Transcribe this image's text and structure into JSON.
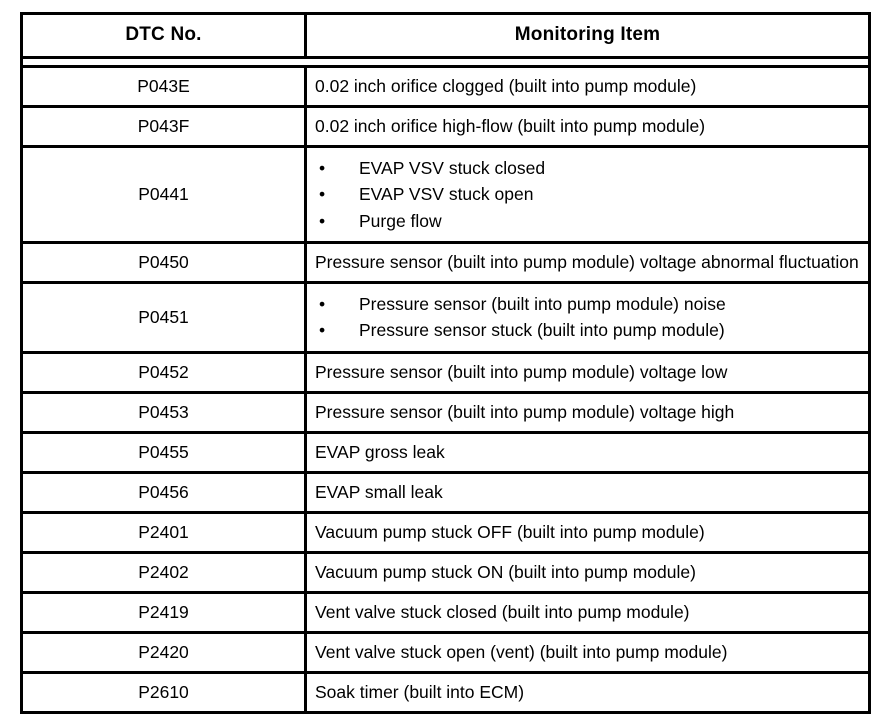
{
  "table": {
    "columns": [
      {
        "key": "dtc_no",
        "label": "DTC No."
      },
      {
        "key": "monitoring_item",
        "label": "Monitoring Item"
      }
    ],
    "bullet_glyph": "•",
    "rows": [
      {
        "dtc_no": "P043E",
        "type": "text",
        "monitoring_item": "0.02 inch orifice clogged (built into pump module)"
      },
      {
        "dtc_no": "P043F",
        "type": "text",
        "monitoring_item": "0.02 inch orifice high-flow (built into pump module)"
      },
      {
        "dtc_no": "P0441",
        "type": "bullets",
        "bullets": [
          "EVAP VSV stuck closed",
          "EVAP VSV stuck open",
          "Purge flow"
        ]
      },
      {
        "dtc_no": "P0450",
        "type": "text",
        "monitoring_item": "Pressure sensor (built into pump module) voltage abnormal fluctuation"
      },
      {
        "dtc_no": "P0451",
        "type": "bullets",
        "bullets": [
          "Pressure sensor (built into pump module) noise",
          "Pressure sensor stuck (built into pump module)"
        ]
      },
      {
        "dtc_no": "P0452",
        "type": "text",
        "monitoring_item": "Pressure sensor (built into pump module) voltage low"
      },
      {
        "dtc_no": "P0453",
        "type": "text",
        "monitoring_item": "Pressure sensor (built into pump module) voltage high"
      },
      {
        "dtc_no": "P0455",
        "type": "text",
        "monitoring_item": "EVAP gross leak"
      },
      {
        "dtc_no": "P0456",
        "type": "text",
        "monitoring_item": "EVAP small leak"
      },
      {
        "dtc_no": "P2401",
        "type": "text",
        "monitoring_item": "Vacuum pump stuck OFF (built into pump module)"
      },
      {
        "dtc_no": "P2402",
        "type": "text",
        "monitoring_item": "Vacuum pump stuck ON (built into pump module)"
      },
      {
        "dtc_no": "P2419",
        "type": "text",
        "monitoring_item": "Vent valve stuck closed (built into pump module)"
      },
      {
        "dtc_no": "P2420",
        "type": "text",
        "monitoring_item": "Vent valve stuck open (vent) (built into pump module)"
      },
      {
        "dtc_no": "P2610",
        "type": "text",
        "monitoring_item": "Soak timer (built into ECM)"
      }
    ]
  }
}
